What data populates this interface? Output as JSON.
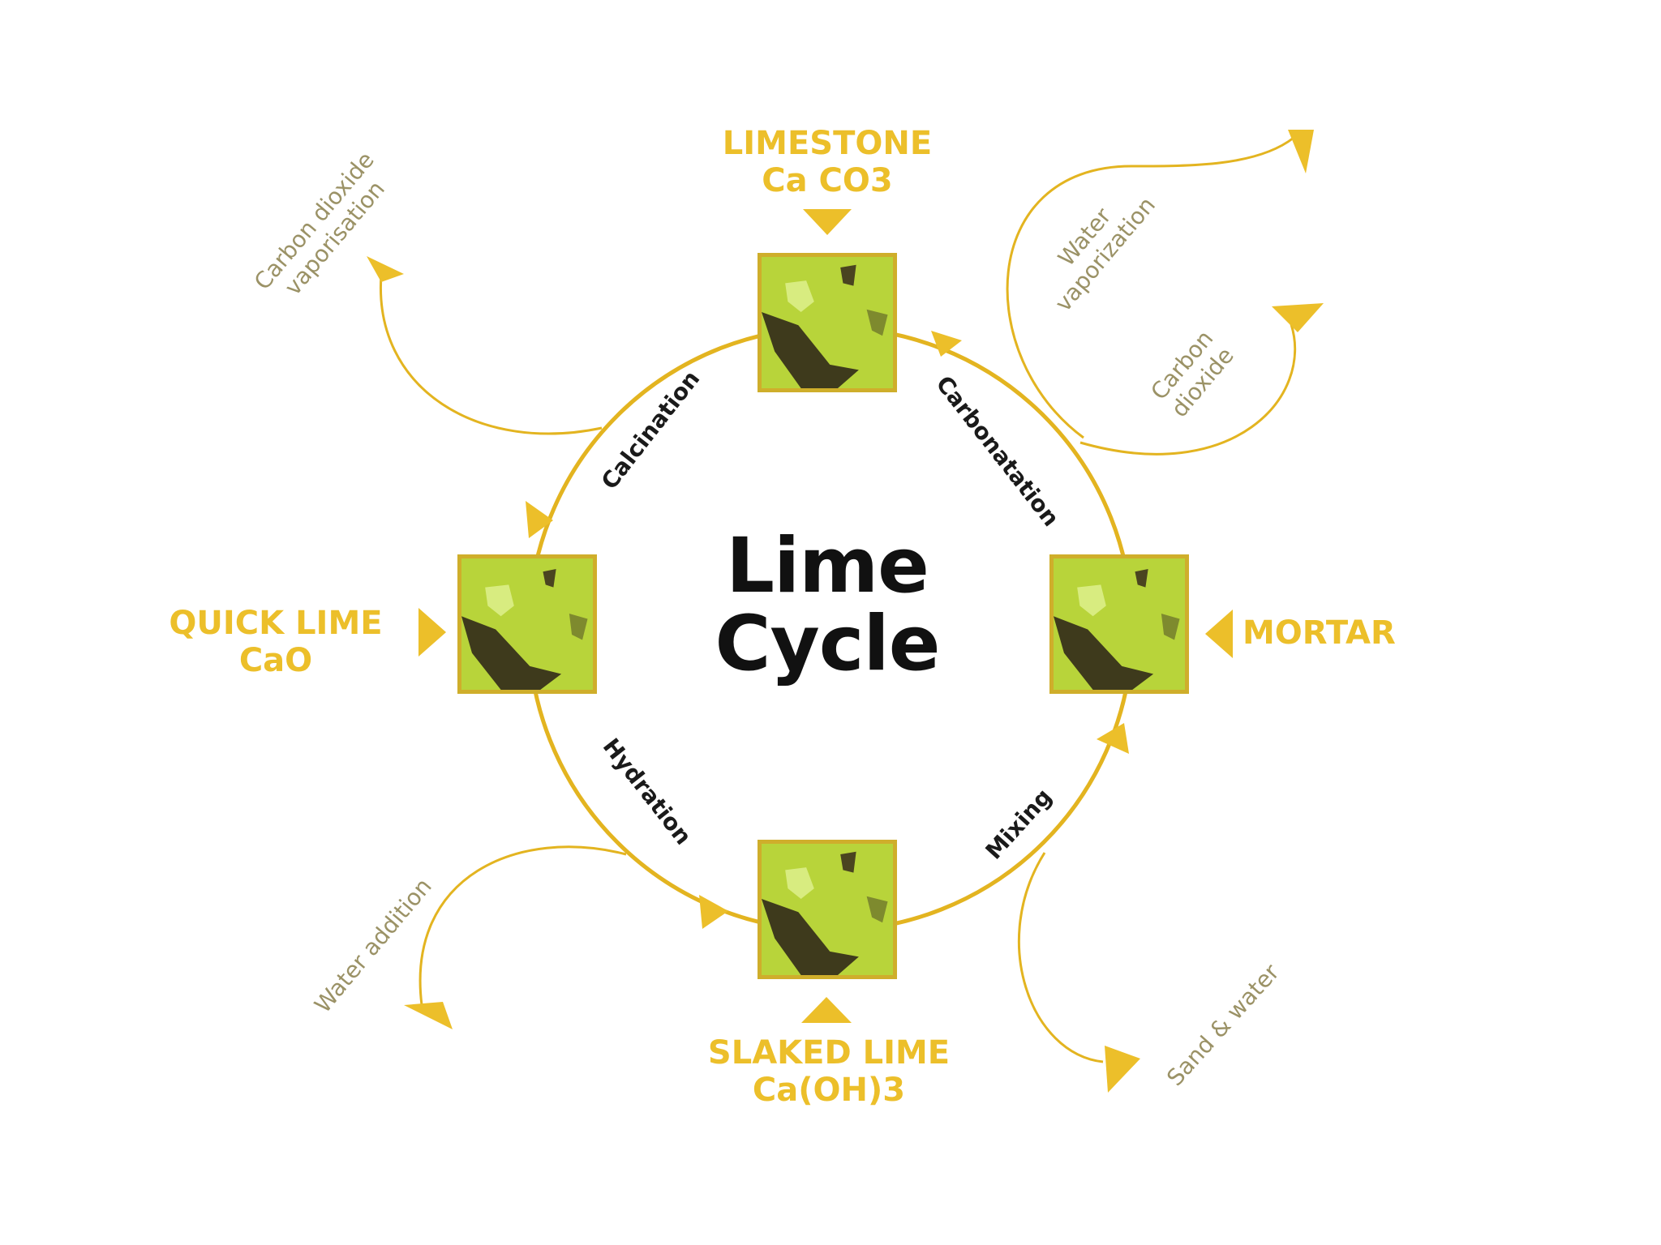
{
  "title": {
    "line1": "Lime",
    "line2": "Cycle"
  },
  "stages": {
    "limestone": {
      "name": "LIMESTONE",
      "formula": "Ca CO3"
    },
    "quicklime": {
      "name": "QUICK LIME",
      "formula": "CaO"
    },
    "slakedlime": {
      "name": "SLAKED LIME",
      "formula": "Ca(OH)3"
    },
    "mortar": {
      "name": "MORTAR"
    }
  },
  "processes": {
    "calcination": "Calcination",
    "carbonatation": "Carbonatation",
    "hydration": "Hydration",
    "mixing": "Mixing"
  },
  "side_inputs": {
    "co2_vaporisation": {
      "line1": "Carbon dioxide",
      "line2": "vaporisation"
    },
    "water_vaporization": {
      "line1": "Water",
      "line2": "vaporization"
    },
    "carbon_dioxide": {
      "line1": "Carbon",
      "line2": "dioxide"
    },
    "water_addition": "Water addition",
    "sand_water": "Sand & water"
  },
  "colors": {
    "accent": "#ecbf2a",
    "cycle_line": "#e3b420",
    "thumb_fill": "#b9d63c",
    "thumb_border": "#cfae2b",
    "title": "#111111",
    "side_text": "#9b9266"
  }
}
